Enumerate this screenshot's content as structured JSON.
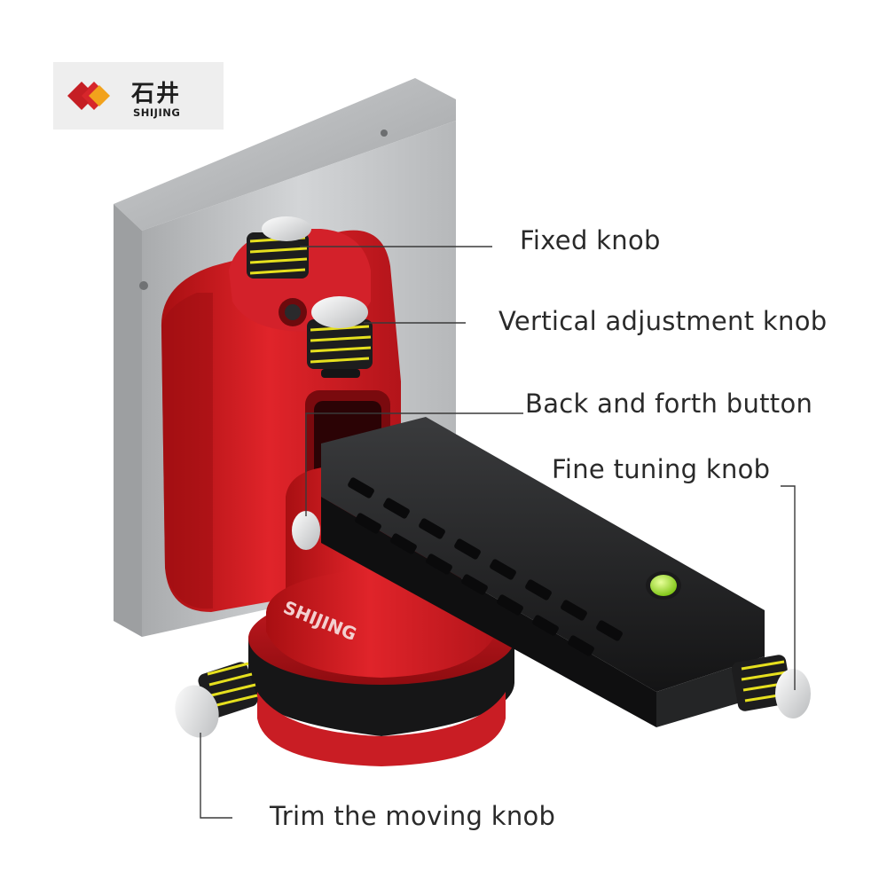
{
  "brand": {
    "name_cn": "石井",
    "name_en": "SHIJING",
    "colors": {
      "primary_red": "#d11f1f",
      "knob_yellow": "#e6e01e",
      "bubble_green": "#9ee21f"
    }
  },
  "product_label": "SHIJING",
  "callouts": [
    {
      "id": "fixed",
      "label": "Fixed knob"
    },
    {
      "id": "vertical",
      "label": "Vertical adjustment knob"
    },
    {
      "id": "back-forth",
      "label": "Back and forth button"
    },
    {
      "id": "fine-tuning",
      "label": "Fine tuning knob"
    },
    {
      "id": "trim",
      "label": "Trim the moving knob"
    }
  ]
}
